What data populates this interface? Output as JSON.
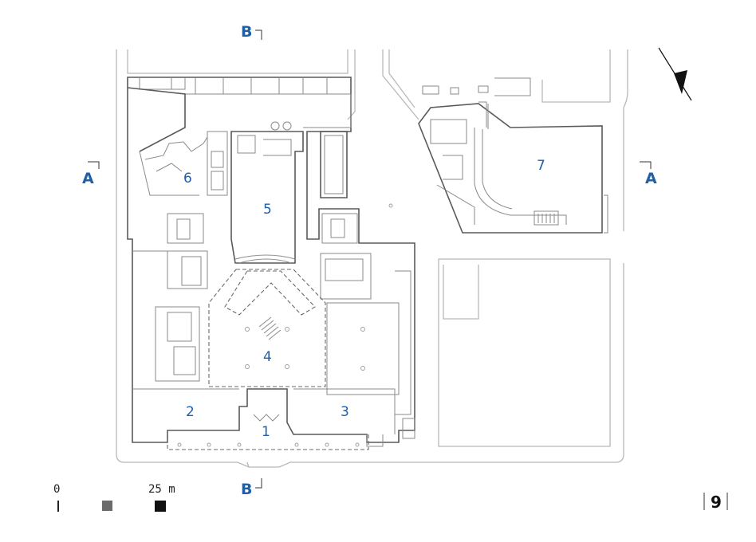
{
  "sections": {
    "b_top": "B",
    "b_bottom": "B",
    "a_left": "A",
    "a_right": "A"
  },
  "rooms": [
    "1",
    "2",
    "3",
    "4",
    "5",
    "6",
    "7"
  ],
  "scale": {
    "zero": "0",
    "end": "25 m"
  },
  "page_number": "9",
  "colors": {
    "label_blue": "#1f5fa8",
    "wall": "#5a5a5a",
    "site": "#b8b8b8"
  }
}
